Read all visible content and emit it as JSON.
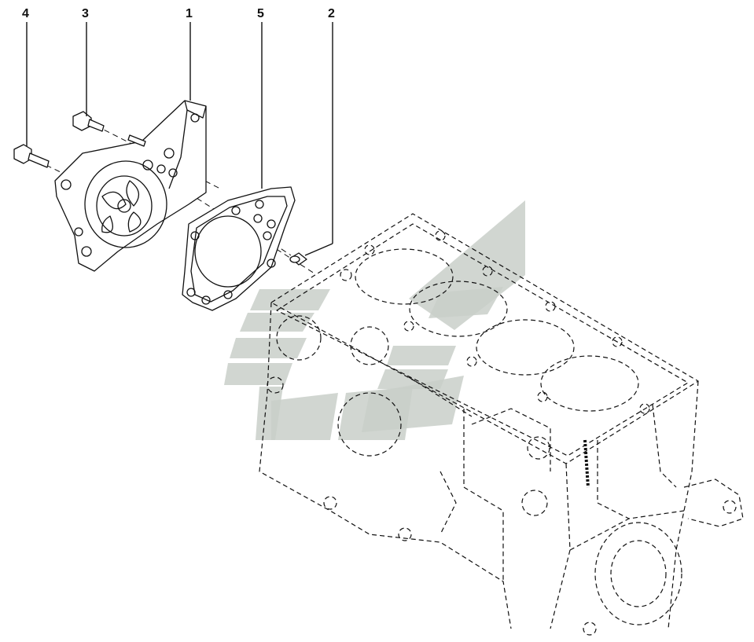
{
  "callouts": [
    {
      "id": "1",
      "label": "1"
    },
    {
      "id": "2",
      "label": "2"
    },
    {
      "id": "3",
      "label": "3"
    },
    {
      "id": "4",
      "label": "4"
    },
    {
      "id": "5",
      "label": "5"
    }
  ],
  "watermark": {
    "color": "#c9cfc9"
  },
  "line_color": "#111111"
}
